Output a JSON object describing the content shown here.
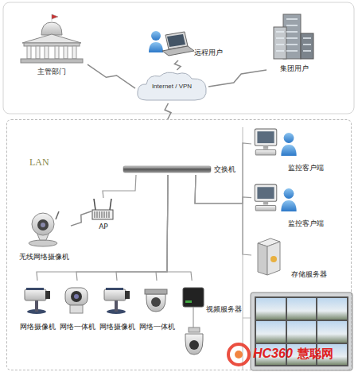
{
  "diagram": {
    "nodes": [
      {
        "text": [
          "主管部门"
        ]
      },
      {
        "text": [
          "远程用户"
        ]
      },
      {
        "text": [
          "集团用户"
        ]
      },
      {
        "text": [
          "Internet / VPN"
        ]
      },
      {
        "text": [
          "LAN"
        ]
      },
      {
        "text": [
          "交换机"
        ],
        "in": 4
      },
      {
        "text": [
          "AP"
        ],
        "in": 4
      },
      {
        "text": [
          "无线网络摄像机"
        ],
        "in": 4
      },
      {
        "text": [
          "网络摄像机"
        ],
        "in": 4
      },
      {
        "text": [
          "网络一体机"
        ],
        "in": 4
      },
      {
        "text": [
          "网络摄像机"
        ],
        "in": 4
      },
      {
        "text": [
          "网络一体机"
        ],
        "in": 4
      },
      {
        "text": [
          "视频服务器"
        ],
        "in": 4
      },
      {
        "text": [
          "监控客户端"
        ],
        "in": 4
      },
      {
        "text": [
          "监控客户端"
        ],
        "in": 4
      },
      {
        "text": [
          "存储服务器"
        ],
        "in": 4
      }
    ],
    "edges": [
      {
        "from": 0,
        "to": 3,
        "arrow": "none"
      },
      {
        "from": 1,
        "to": 3,
        "arrow": "none"
      },
      {
        "from": 2,
        "to": 3,
        "arrow": "none"
      },
      {
        "from": 3,
        "to": 4,
        "arrow": "none"
      },
      {
        "from": 5,
        "to": 6,
        "arrow": "none"
      },
      {
        "from": 6,
        "to": 7,
        "arrow": "none"
      },
      {
        "from": 5,
        "to": 8,
        "arrow": "none"
      },
      {
        "from": 5,
        "to": 9,
        "arrow": "none"
      },
      {
        "from": 5,
        "to": 10,
        "arrow": "none"
      },
      {
        "from": 5,
        "to": 11,
        "arrow": "none"
      },
      {
        "from": 5,
        "to": 12,
        "arrow": "none"
      },
      {
        "from": 5,
        "to": 13,
        "arrow": "none"
      },
      {
        "from": 5,
        "to": 14,
        "arrow": "none"
      },
      {
        "from": 5,
        "to": 15,
        "arrow": "none"
      }
    ],
    "labels": [
      "HC360",
      "慧聪网"
    ]
  }
}
